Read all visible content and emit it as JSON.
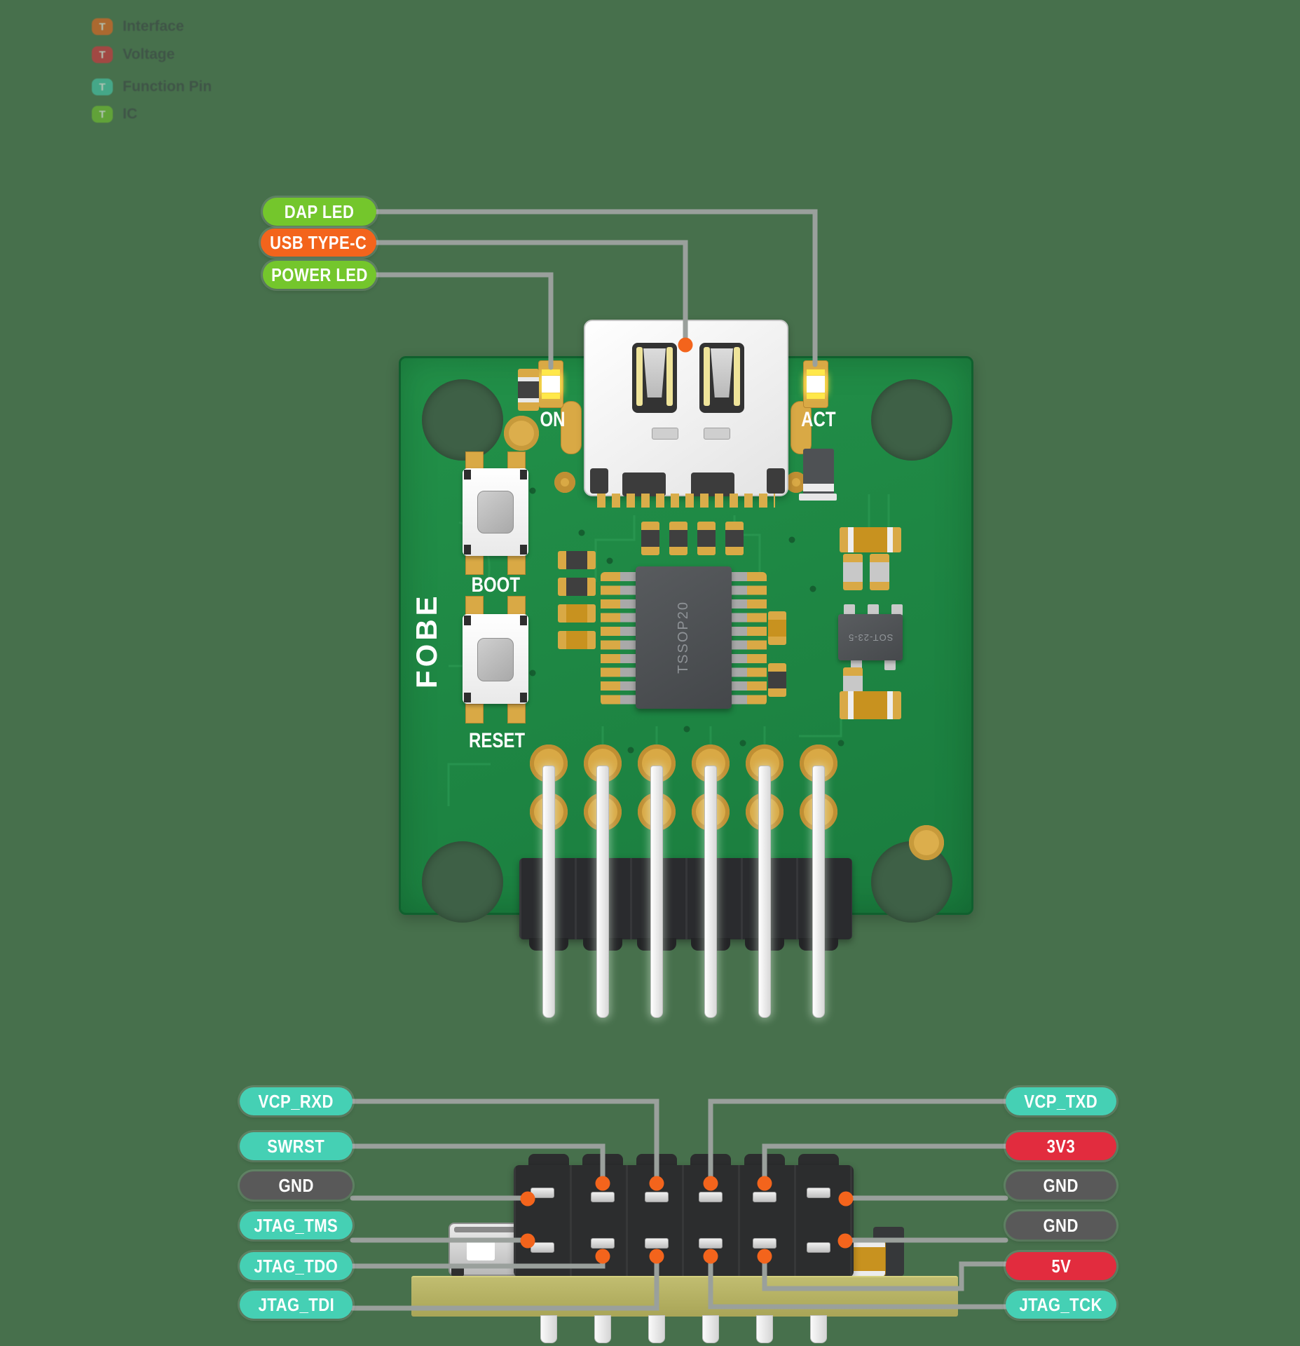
{
  "legend": {
    "items": [
      {
        "badge": "T",
        "label": "Interface",
        "color": "#f3641c"
      },
      {
        "badge": "T",
        "label": "Voltage",
        "color": "#e22c3e"
      },
      {
        "badge": "T",
        "label": "Function Pin",
        "color": "#45d0b4"
      },
      {
        "badge": "T",
        "label": "IC",
        "color": "#74c62c"
      }
    ]
  },
  "top_labels": [
    {
      "label": "DAP LED",
      "type": "green"
    },
    {
      "label": "USB TYPE-C",
      "type": "orange"
    },
    {
      "label": "POWER LED",
      "type": "green"
    }
  ],
  "board": {
    "silkscreen": {
      "on": "ON",
      "act": "ACT",
      "boot": "BOOT",
      "reset": "RESET",
      "logo": "FOBE"
    },
    "chips": {
      "mcu": "TSSOP20",
      "regulator": "SOT-23-5"
    }
  },
  "pins": {
    "left": [
      {
        "label": "VCP_RXD",
        "type": "teal"
      },
      {
        "label": "SWRST",
        "type": "teal"
      },
      {
        "label": "GND",
        "type": "gray"
      },
      {
        "label": "JTAG_TMS",
        "type": "teal"
      },
      {
        "label": "JTAG_TDO",
        "type": "teal"
      },
      {
        "label": "JTAG_TDI",
        "type": "teal"
      }
    ],
    "right": [
      {
        "label": "VCP_TXD",
        "type": "teal"
      },
      {
        "label": "3V3",
        "type": "red"
      },
      {
        "label": "GND",
        "type": "gray"
      },
      {
        "label": "GND",
        "type": "gray"
      },
      {
        "label": "5V",
        "type": "red"
      },
      {
        "label": "JTAG_TCK",
        "type": "teal"
      }
    ]
  },
  "colors": {
    "background": "#47704c",
    "pcb_green": "#1f8443",
    "pill_teal": "#45d0b4",
    "pill_red": "#e22c3e",
    "pill_gray": "#595959",
    "pill_green": "#74c62c",
    "pill_orange": "#f3641c",
    "leader_line": "#9aa09c",
    "marker_dot": "#f3641c",
    "gold_pad": "#d9a945",
    "header_plastic": "#2c2d2e",
    "pcb_side_edge": "#b2ae61"
  }
}
